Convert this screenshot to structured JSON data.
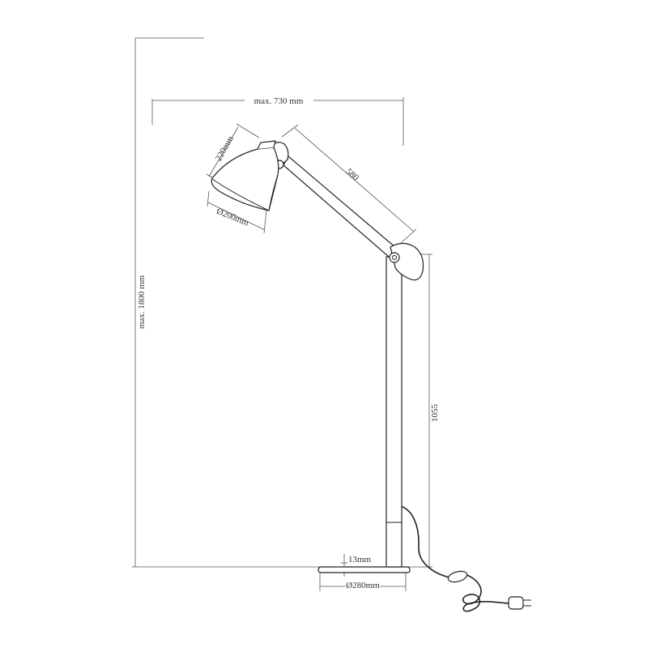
{
  "dimensions": {
    "total_height": "max. 1800  mm",
    "reach": "max. 730  mm",
    "arm_length": "580",
    "shade_length": "220mm",
    "shade_diameter": "Ø200mm",
    "pole_height": "1055",
    "base_thickness": "13mm",
    "base_diameter": "Ø280mm"
  }
}
